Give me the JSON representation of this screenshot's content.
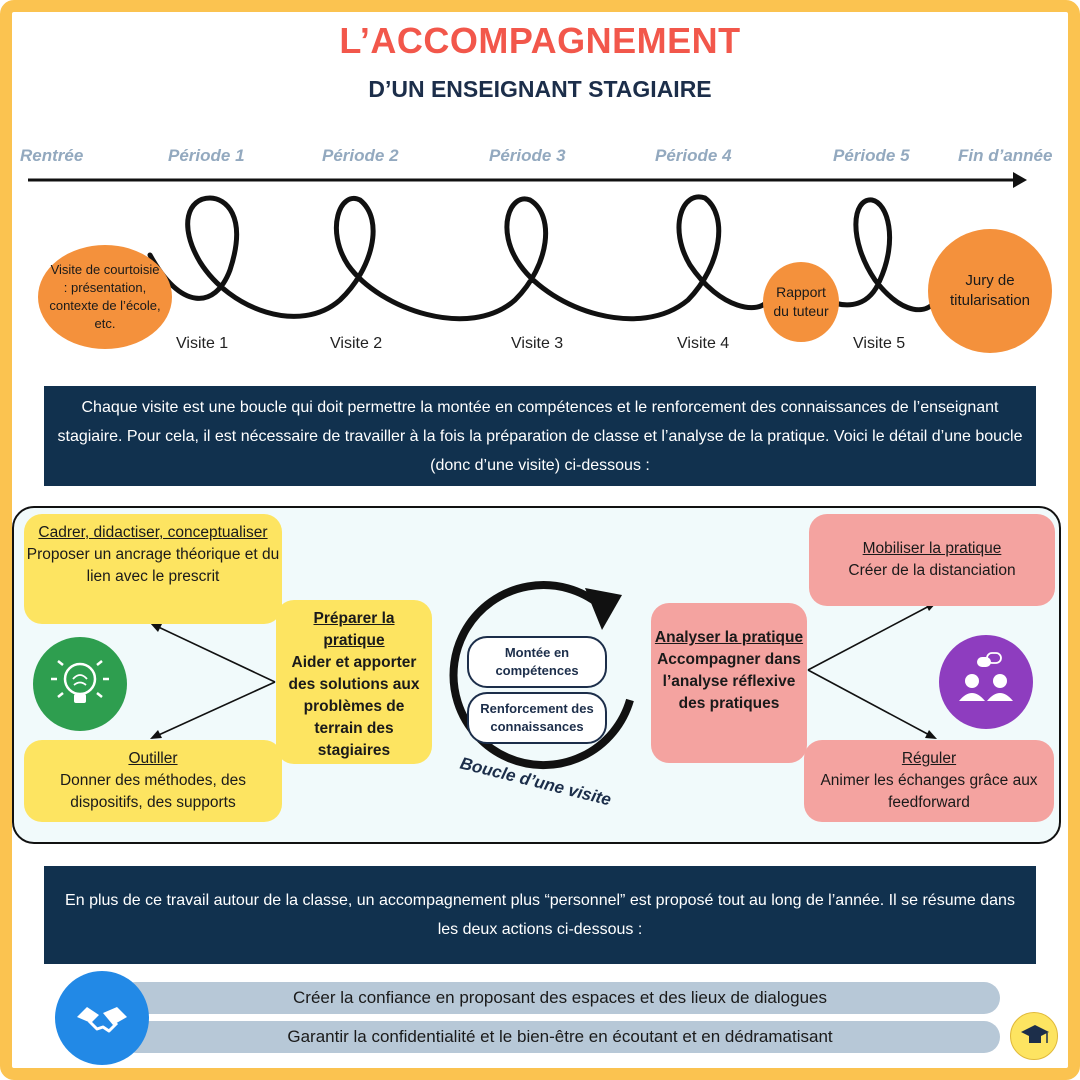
{
  "header": {
    "title": "L’ACCOMPAGNEMENT",
    "subtitle": "D’UN ENSEIGNANT STAGIAIRE"
  },
  "timeline": {
    "labels": [
      "Rentrée",
      "Période 1",
      "Période 2",
      "Période 3",
      "Période 4",
      "Période 5",
      "Fin d’année"
    ],
    "visits": [
      "Visite 1",
      "Visite 2",
      "Visite 3",
      "Visite 4",
      "Visite 5"
    ],
    "start_circle": "Visite de courtoisie : présentation, contexte de l’école, etc.",
    "report_circle": "Rapport du tuteur",
    "end_circle": "Jury de titularisation"
  },
  "intro_text": "Chaque visite est une boucle qui doit permettre la montée en compétences et le renforcement des connaissances de l’enseignant stagiaire. Pour cela, il est nécessaire de travailler à la fois la préparation de classe et l’analyse de la pratique. Voici le détail d’une boucle (donc d’une visite) ci-dessous :",
  "loop": {
    "cadrer": {
      "title": "Cadrer, didactiser, conceptualiser",
      "text": "Proposer un ancrage théorique et du lien avec le prescrit"
    },
    "outiller": {
      "title": "Outiller",
      "text": "Donner des méthodes, des dispositifs, des supports"
    },
    "preparer": {
      "title": "Préparer la pratique",
      "text": "Aider et apporter des solutions aux problèmes de terrain des stagiaires"
    },
    "montee": "Montée en compétences",
    "renforcement": "Renforcement des connaissances",
    "boucle_label": "Boucle d’une visite",
    "analyser": {
      "title": "Analyser la pratique",
      "text": "Accompagner dans l’analyse réflexive des pratiques"
    },
    "mobiliser": {
      "title": "Mobiliser la pratique",
      "text": "Créer de la distanciation"
    },
    "reguler": {
      "title": "Réguler",
      "text": "Animer les échanges grâce aux feedforward"
    }
  },
  "personal_text": "En plus de ce travail autour de la classe, un accompagnement plus “personnel” est proposé tout au long de l’année. Il se résume dans les deux actions ci-dessous :",
  "actions": [
    "Créer la confiance en proposant des espaces et des lieux de dialogues",
    "Garantir la confidentialité et le bien-être en écoutant et en dédramatisant"
  ],
  "colors": {
    "frame": "#FBC350",
    "title": "#F2574B",
    "navy": "#11314E",
    "orange": "#F4913C",
    "yellow": "#FDE461",
    "pink": "#F4A3A0",
    "green": "#2E9E4F",
    "purple": "#8E3DBF",
    "blue": "#2289E6",
    "bar": "#B7C8D7"
  },
  "icons": [
    "brain-bulb-icon",
    "people-chat-icon",
    "handshake-icon",
    "school-logo-icon"
  ]
}
